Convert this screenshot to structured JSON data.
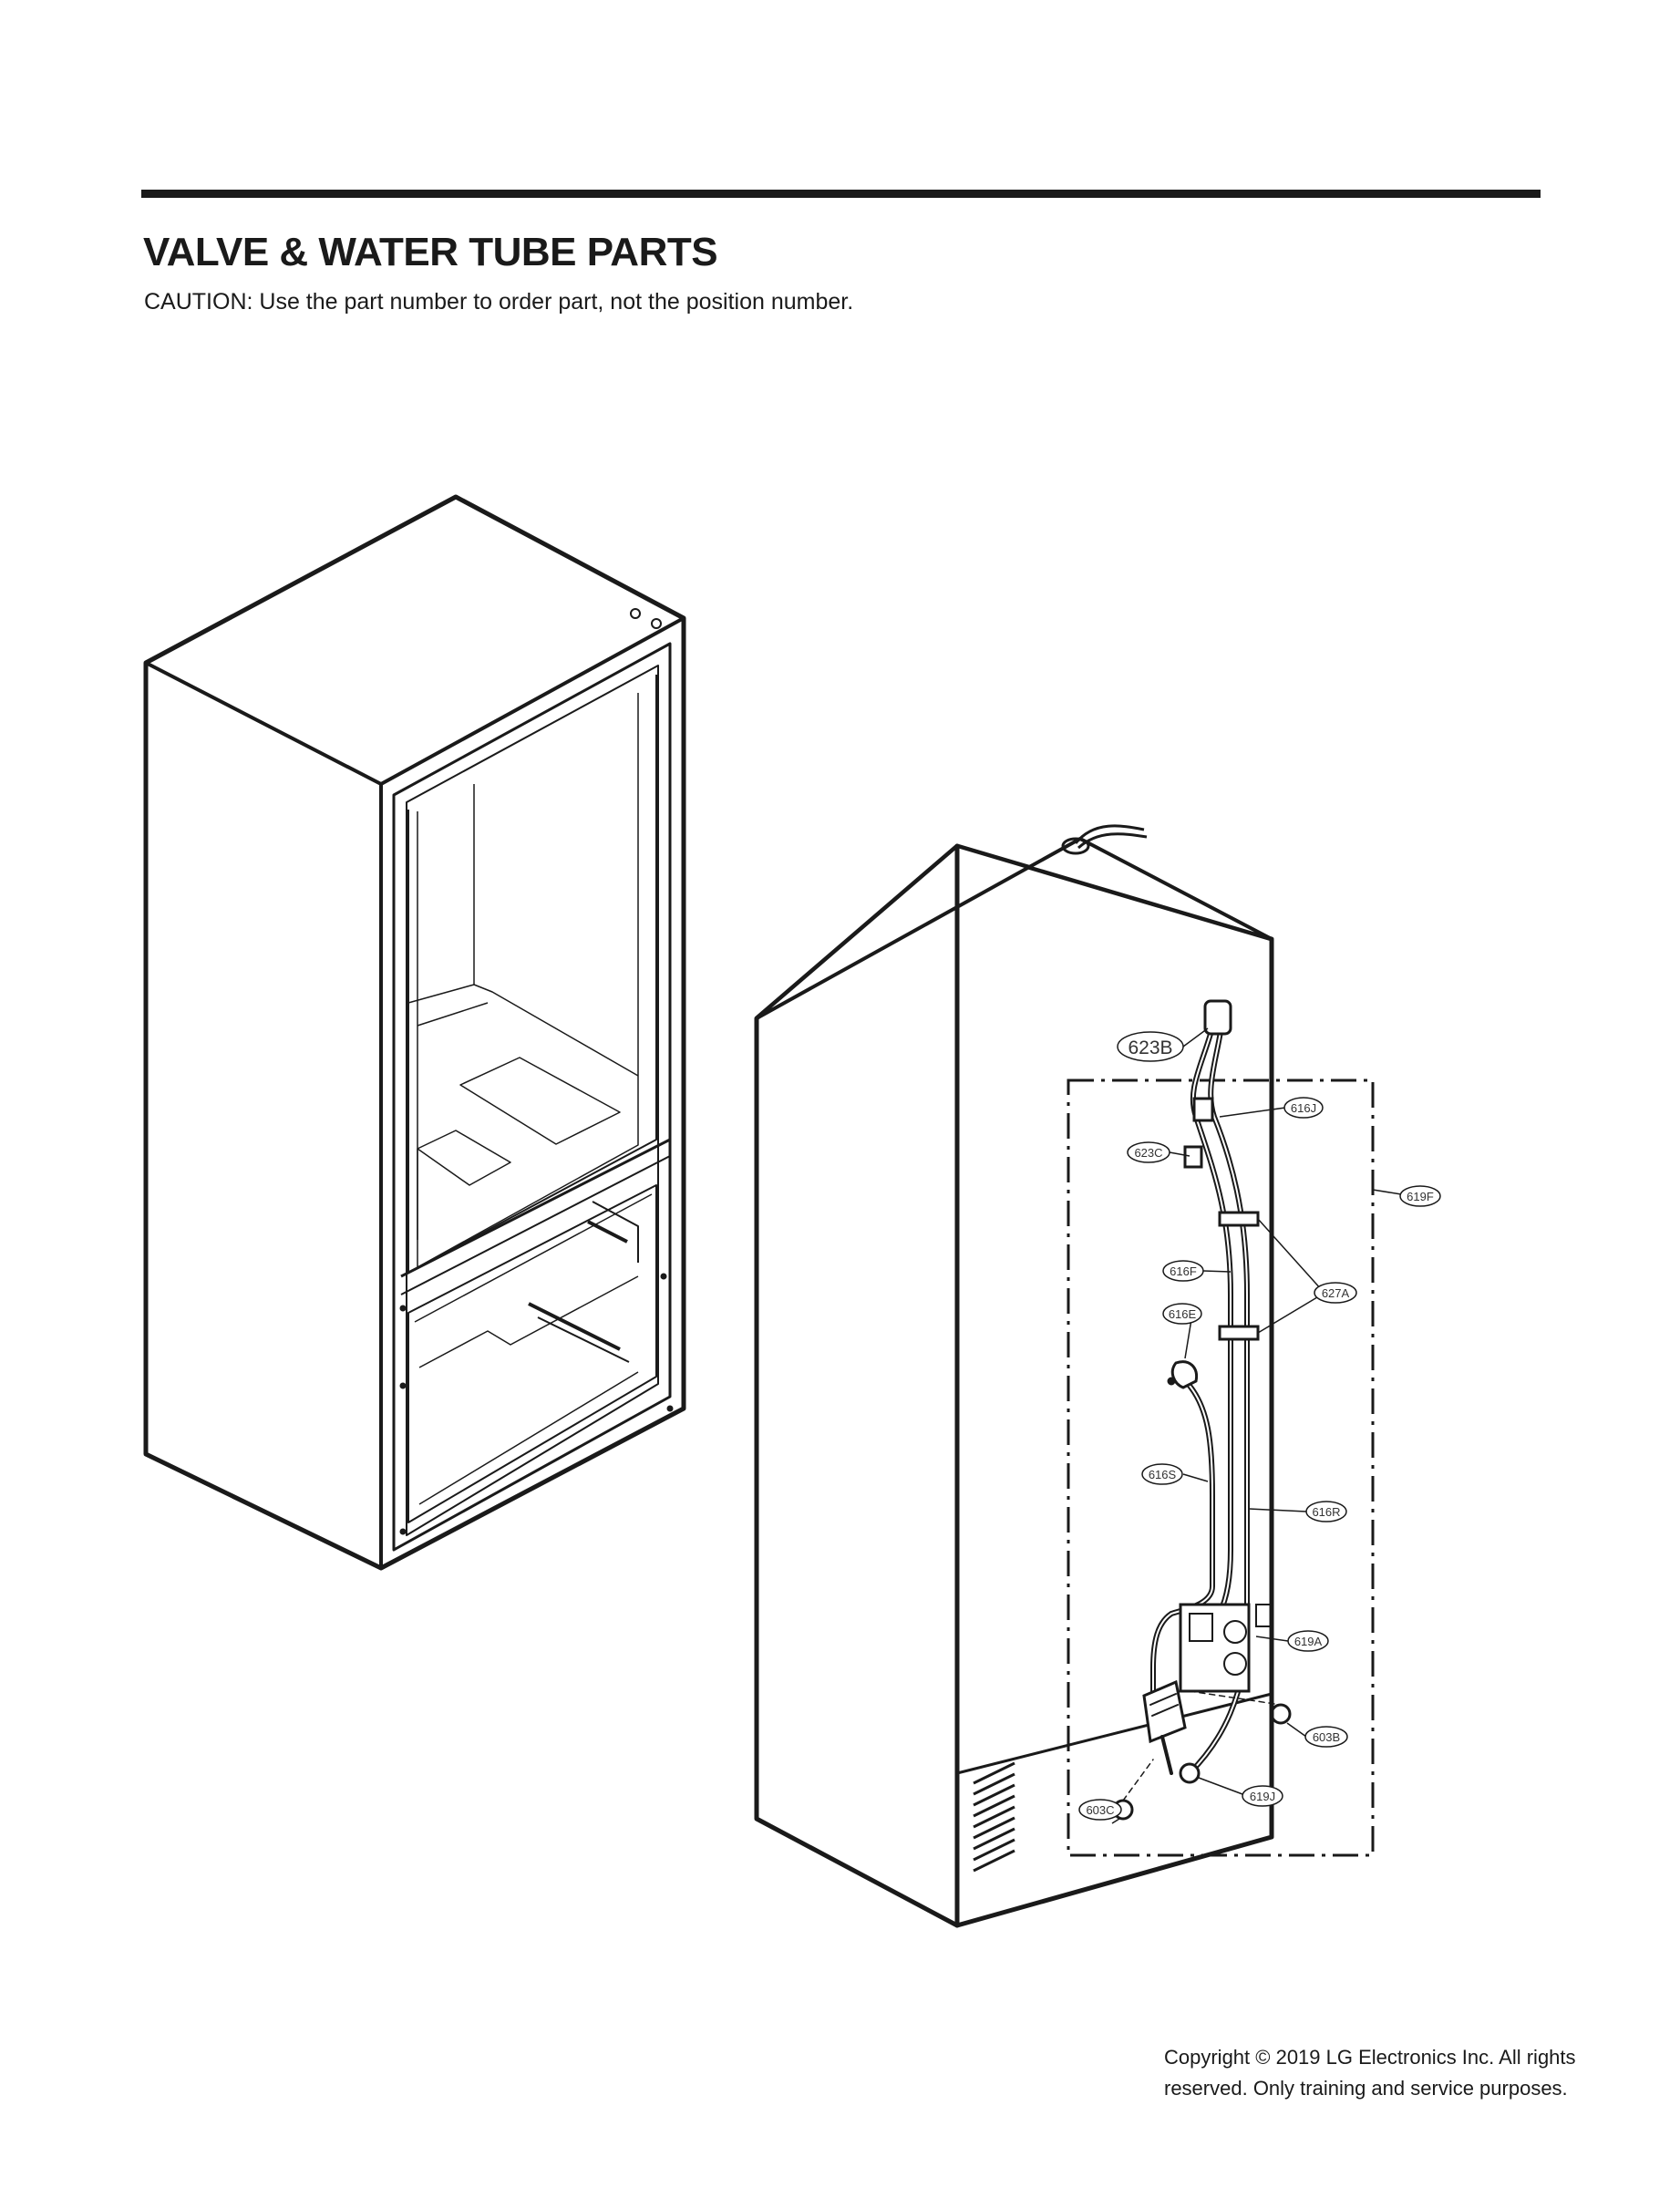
{
  "header": {
    "title": "VALVE & WATER TUBE PARTS",
    "caution": "CAUTION: Use the part number to order part, not the position number."
  },
  "callouts": {
    "c623B": "623B",
    "c616J": "616J",
    "c623C": "623C",
    "c619F": "619F",
    "c616F": "616F",
    "c627A": "627A",
    "c616E": "616E",
    "c616S": "616S",
    "c616R": "616R",
    "c619A": "619A",
    "c603B": "603B",
    "c619J": "619J",
    "c603C": "603C"
  },
  "footer": {
    "copyright_line1": "Copyright © 2019  LG Electronics Inc. All rights",
    "copyright_line2": "reserved. Only training and service purposes."
  }
}
